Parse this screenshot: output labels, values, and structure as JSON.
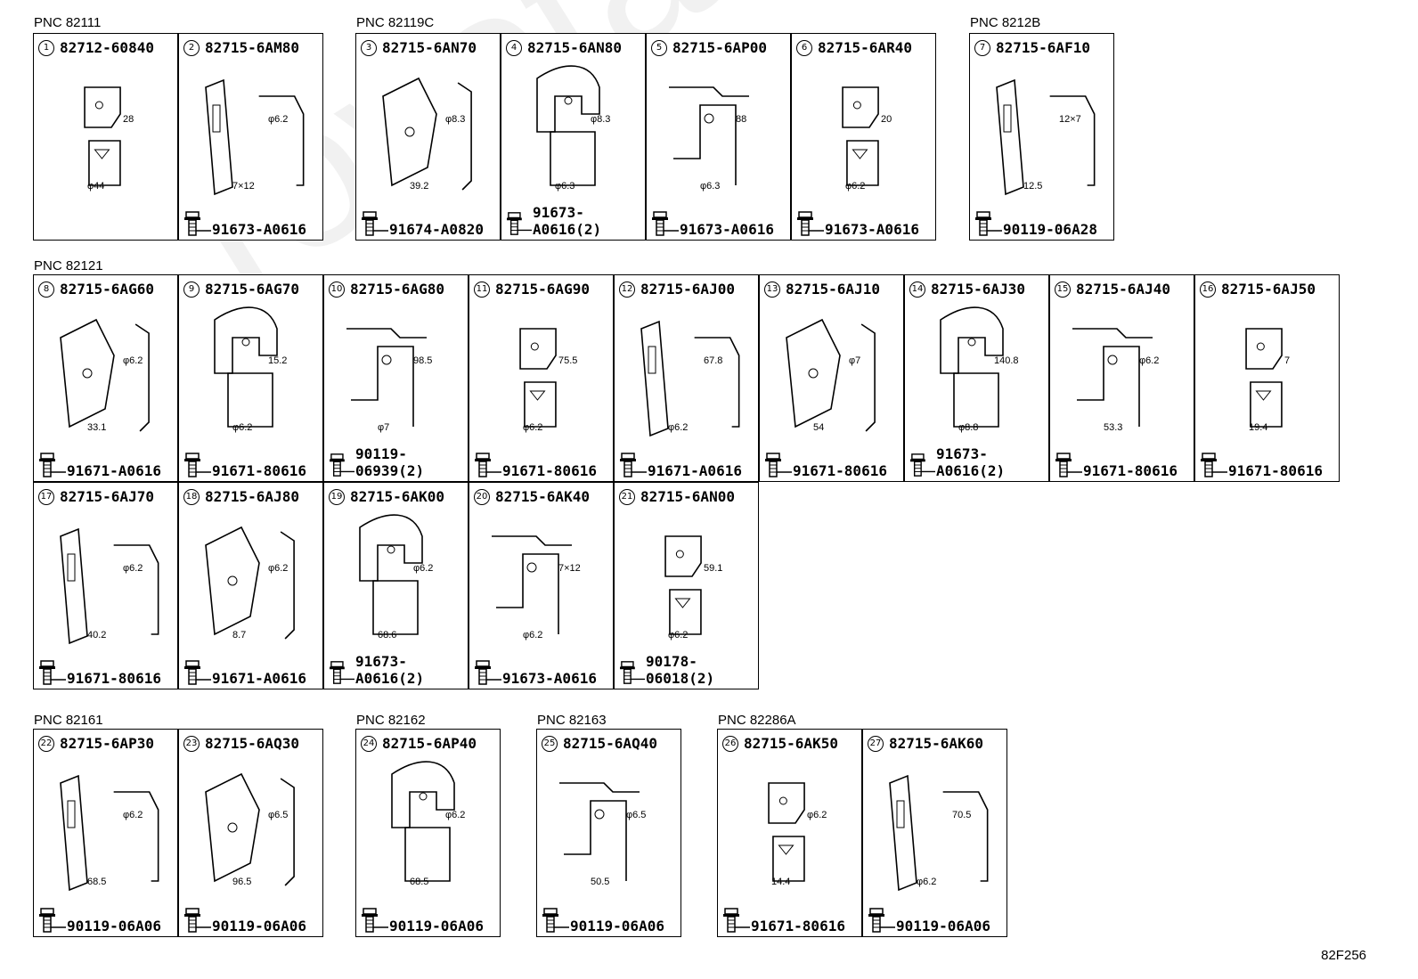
{
  "groups": [
    {
      "pnc": "PNC 82111",
      "cells": [
        {
          "num": "1",
          "part": "82712-60840",
          "bolt": "",
          "dims": [
            "28",
            "φ44"
          ]
        },
        {
          "num": "2",
          "part": "82715-6AM80",
          "bolt": "91673-A0616",
          "dims": [
            "φ6.2",
            "7×12"
          ]
        }
      ]
    },
    {
      "pnc": "PNC 82119C",
      "cells": [
        {
          "num": "3",
          "part": "82715-6AN70",
          "bolt": "91674-A0820",
          "dims": [
            "φ8.3",
            "39.2"
          ]
        },
        {
          "num": "4",
          "part": "82715-6AN80",
          "bolt": "91673-A0616(2)",
          "dims": [
            "φ8.3",
            "φ6.3"
          ]
        },
        {
          "num": "5",
          "part": "82715-6AP00",
          "bolt": "91673-A0616",
          "dims": [
            "88",
            "φ6.3"
          ]
        },
        {
          "num": "6",
          "part": "82715-6AR40",
          "bolt": "91673-A0616",
          "dims": [
            "20",
            "φ6.2"
          ]
        }
      ]
    },
    {
      "pnc": "PNC 8212B",
      "cells": [
        {
          "num": "7",
          "part": "82715-6AF10",
          "bolt": "90119-06A28",
          "dims": [
            "12×7",
            "12.5"
          ]
        }
      ]
    },
    {
      "pnc": "PNC 82121",
      "cells": [
        {
          "num": "8",
          "part": "82715-6AG60",
          "bolt": "91671-A0616",
          "dims": [
            "φ6.2",
            "33.1"
          ]
        },
        {
          "num": "9",
          "part": "82715-6AG70",
          "bolt": "91671-80616",
          "dims": [
            "15.2",
            "φ6.2"
          ]
        },
        {
          "num": "10",
          "part": "82715-6AG80",
          "bolt": "90119-06939(2)",
          "dims": [
            "98.5",
            "φ7"
          ]
        },
        {
          "num": "11",
          "part": "82715-6AG90",
          "bolt": "91671-80616",
          "dims": [
            "75.5",
            "φ6.2"
          ]
        },
        {
          "num": "12",
          "part": "82715-6AJ00",
          "bolt": "91671-A0616",
          "dims": [
            "67.8",
            "φ6.2"
          ]
        },
        {
          "num": "13",
          "part": "82715-6AJ10",
          "bolt": "91671-80616",
          "dims": [
            "φ7",
            "54"
          ]
        },
        {
          "num": "14",
          "part": "82715-6AJ30",
          "bolt": "91673-A0616(2)",
          "dims": [
            "140.8",
            "φ8.8"
          ]
        },
        {
          "num": "15",
          "part": "82715-6AJ40",
          "bolt": "91671-80616",
          "dims": [
            "φ6.2",
            "53.3"
          ]
        },
        {
          "num": "16",
          "part": "82715-6AJ50",
          "bolt": "91671-80616",
          "dims": [
            "7",
            "19.4"
          ]
        },
        {
          "num": "17",
          "part": "82715-6AJ70",
          "bolt": "91671-80616",
          "dims": [
            "φ6.2",
            "40.2"
          ]
        },
        {
          "num": "18",
          "part": "82715-6AJ80",
          "bolt": "91671-A0616",
          "dims": [
            "φ6.2",
            "8.7"
          ]
        },
        {
          "num": "19",
          "part": "82715-6AK00",
          "bolt": "91673-A0616(2)",
          "dims": [
            "φ6.2",
            "68.6"
          ]
        },
        {
          "num": "20",
          "part": "82715-6AK40",
          "bolt": "91673-A0616",
          "dims": [
            "7×12",
            "φ6.2"
          ]
        },
        {
          "num": "21",
          "part": "82715-6AN00",
          "bolt": "90178-06018(2)",
          "dims": [
            "59.1",
            "φ6.2"
          ]
        }
      ]
    },
    {
      "pnc": "PNC 82161",
      "cells": [
        {
          "num": "22",
          "part": "82715-6AP30",
          "bolt": "90119-06A06",
          "dims": [
            "φ6.2",
            "68.5"
          ]
        },
        {
          "num": "23",
          "part": "82715-6AQ30",
          "bolt": "90119-06A06",
          "dims": [
            "φ6.5",
            "96.5"
          ]
        }
      ]
    },
    {
      "pnc": "PNC 82162",
      "cells": [
        {
          "num": "24",
          "part": "82715-6AP40",
          "bolt": "90119-06A06",
          "dims": [
            "φ6.2",
            "68.5"
          ]
        }
      ]
    },
    {
      "pnc": "PNC 82163",
      "cells": [
        {
          "num": "25",
          "part": "82715-6AQ40",
          "bolt": "90119-06A06",
          "dims": [
            "φ6.5",
            "50.5"
          ]
        }
      ]
    },
    {
      "pnc": "PNC 82286A",
      "cells": [
        {
          "num": "26",
          "part": "82715-6AK50",
          "bolt": "91671-80616",
          "dims": [
            "φ6.2",
            "14.4"
          ]
        },
        {
          "num": "27",
          "part": "82715-6AK60",
          "bolt": "90119-06A06",
          "dims": [
            "70.5",
            "φ6.2"
          ]
        }
      ]
    }
  ],
  "figure_code": "82F256",
  "watermark": "ToyotaOnline.ru"
}
